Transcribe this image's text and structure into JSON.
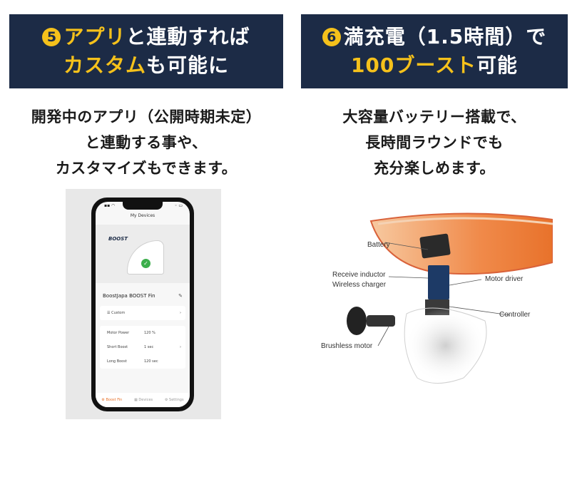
{
  "left": {
    "banner": {
      "number": "5",
      "line1_hl": "アプリ",
      "line1_rest": "と連動すれば",
      "line2_hl": "カスタム",
      "line2_rest": "も可能に"
    },
    "caption": [
      "開発中のアプリ（公開時期未定）",
      "と連動する事や、",
      "カスタマイズもできます。"
    ],
    "phone": {
      "title": "My Devices",
      "brand": "BOOST",
      "device_name": "BoostJapa BOOST Fin",
      "custom_label": "Custom",
      "settings": [
        {
          "label": "Motor Power",
          "value": "120 %"
        },
        {
          "label": "Short Boost",
          "value": "1 sec"
        },
        {
          "label": "Long Boost",
          "value": "120 sec"
        }
      ],
      "tabs": [
        "Boost Fin",
        "Devices",
        "Settings"
      ]
    }
  },
  "right": {
    "banner": {
      "number": "6",
      "line1_rest": "満充電（1.5時間）で",
      "line2_hl": "100ブースト",
      "line2_rest": "可能"
    },
    "caption": [
      "大容量バッテリー搭載で、",
      "長時間ラウンドでも",
      "充分楽しめます。"
    ],
    "diagram_labels": {
      "battery": "Battery",
      "receive_inductor": "Receive inductor",
      "wireless_charger": "Wireless charger",
      "motor_driver": "Motor driver",
      "controller": "Controller",
      "brushless_motor": "Brushless motor"
    }
  },
  "colors": {
    "navy": "#1c2b46",
    "yellow": "#f5c11b",
    "orange": "#e8722b"
  }
}
